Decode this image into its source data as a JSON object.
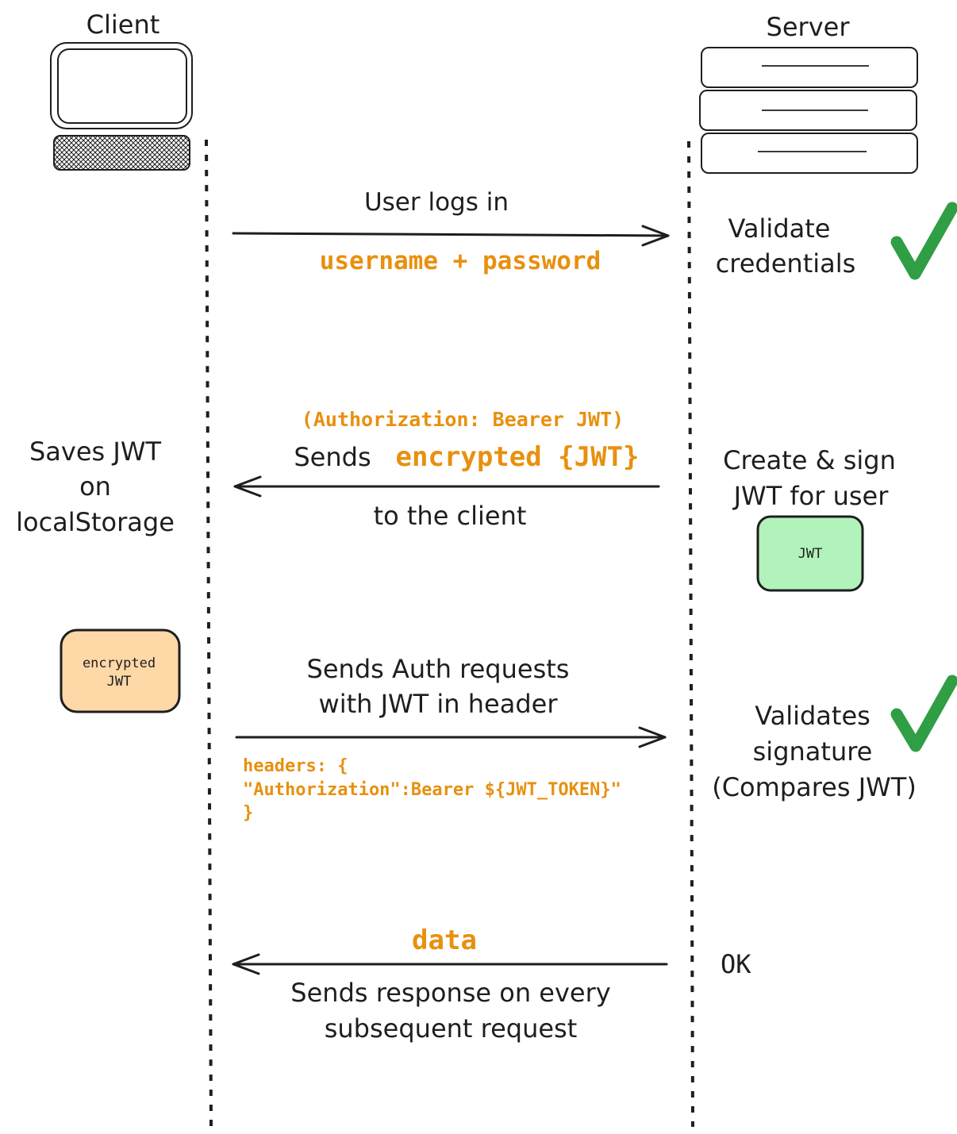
{
  "actors": {
    "client_label": "Client",
    "server_label": "Server"
  },
  "steps": {
    "login": {
      "label": "User logs in",
      "payload": "username + password",
      "server_note_line1": "Validate",
      "server_note_line2": "credentials"
    },
    "issue": {
      "header_hint": "(Authorization: Bearer JWT)",
      "label_prefix": "Sends",
      "label_highlight": "encrypted {JWT}",
      "label_suffix": "to the client",
      "client_note_line1": "Saves JWT",
      "client_note_line2": "on",
      "client_note_line3": "localStorage",
      "server_note_line1": "Create & sign",
      "server_note_line2": "JWT for user",
      "server_token": "JWT"
    },
    "auth_request": {
      "client_token_line1": "encrypted",
      "client_token_line2": "JWT",
      "label_line1": "Sends Auth requests",
      "label_line2": "with JWT in header",
      "code_line1": "headers: {",
      "code_line2": "\"Authorization\":Bearer ${JWT_TOKEN}\"",
      "code_line3": "}",
      "server_note_line1": "Validates",
      "server_note_line2": "signature",
      "server_note_line3": "(Compares JWT)"
    },
    "response": {
      "payload": "data",
      "server_note": "OK",
      "label_line1": "Sends response on every",
      "label_line2": "subsequent request"
    }
  },
  "colors": {
    "ink": "#1e1e1e",
    "accent": "#e8900f",
    "check": "#2f9e44",
    "token_server_fill": "#b2f2bb",
    "token_client_fill": "#ffd8a8"
  }
}
